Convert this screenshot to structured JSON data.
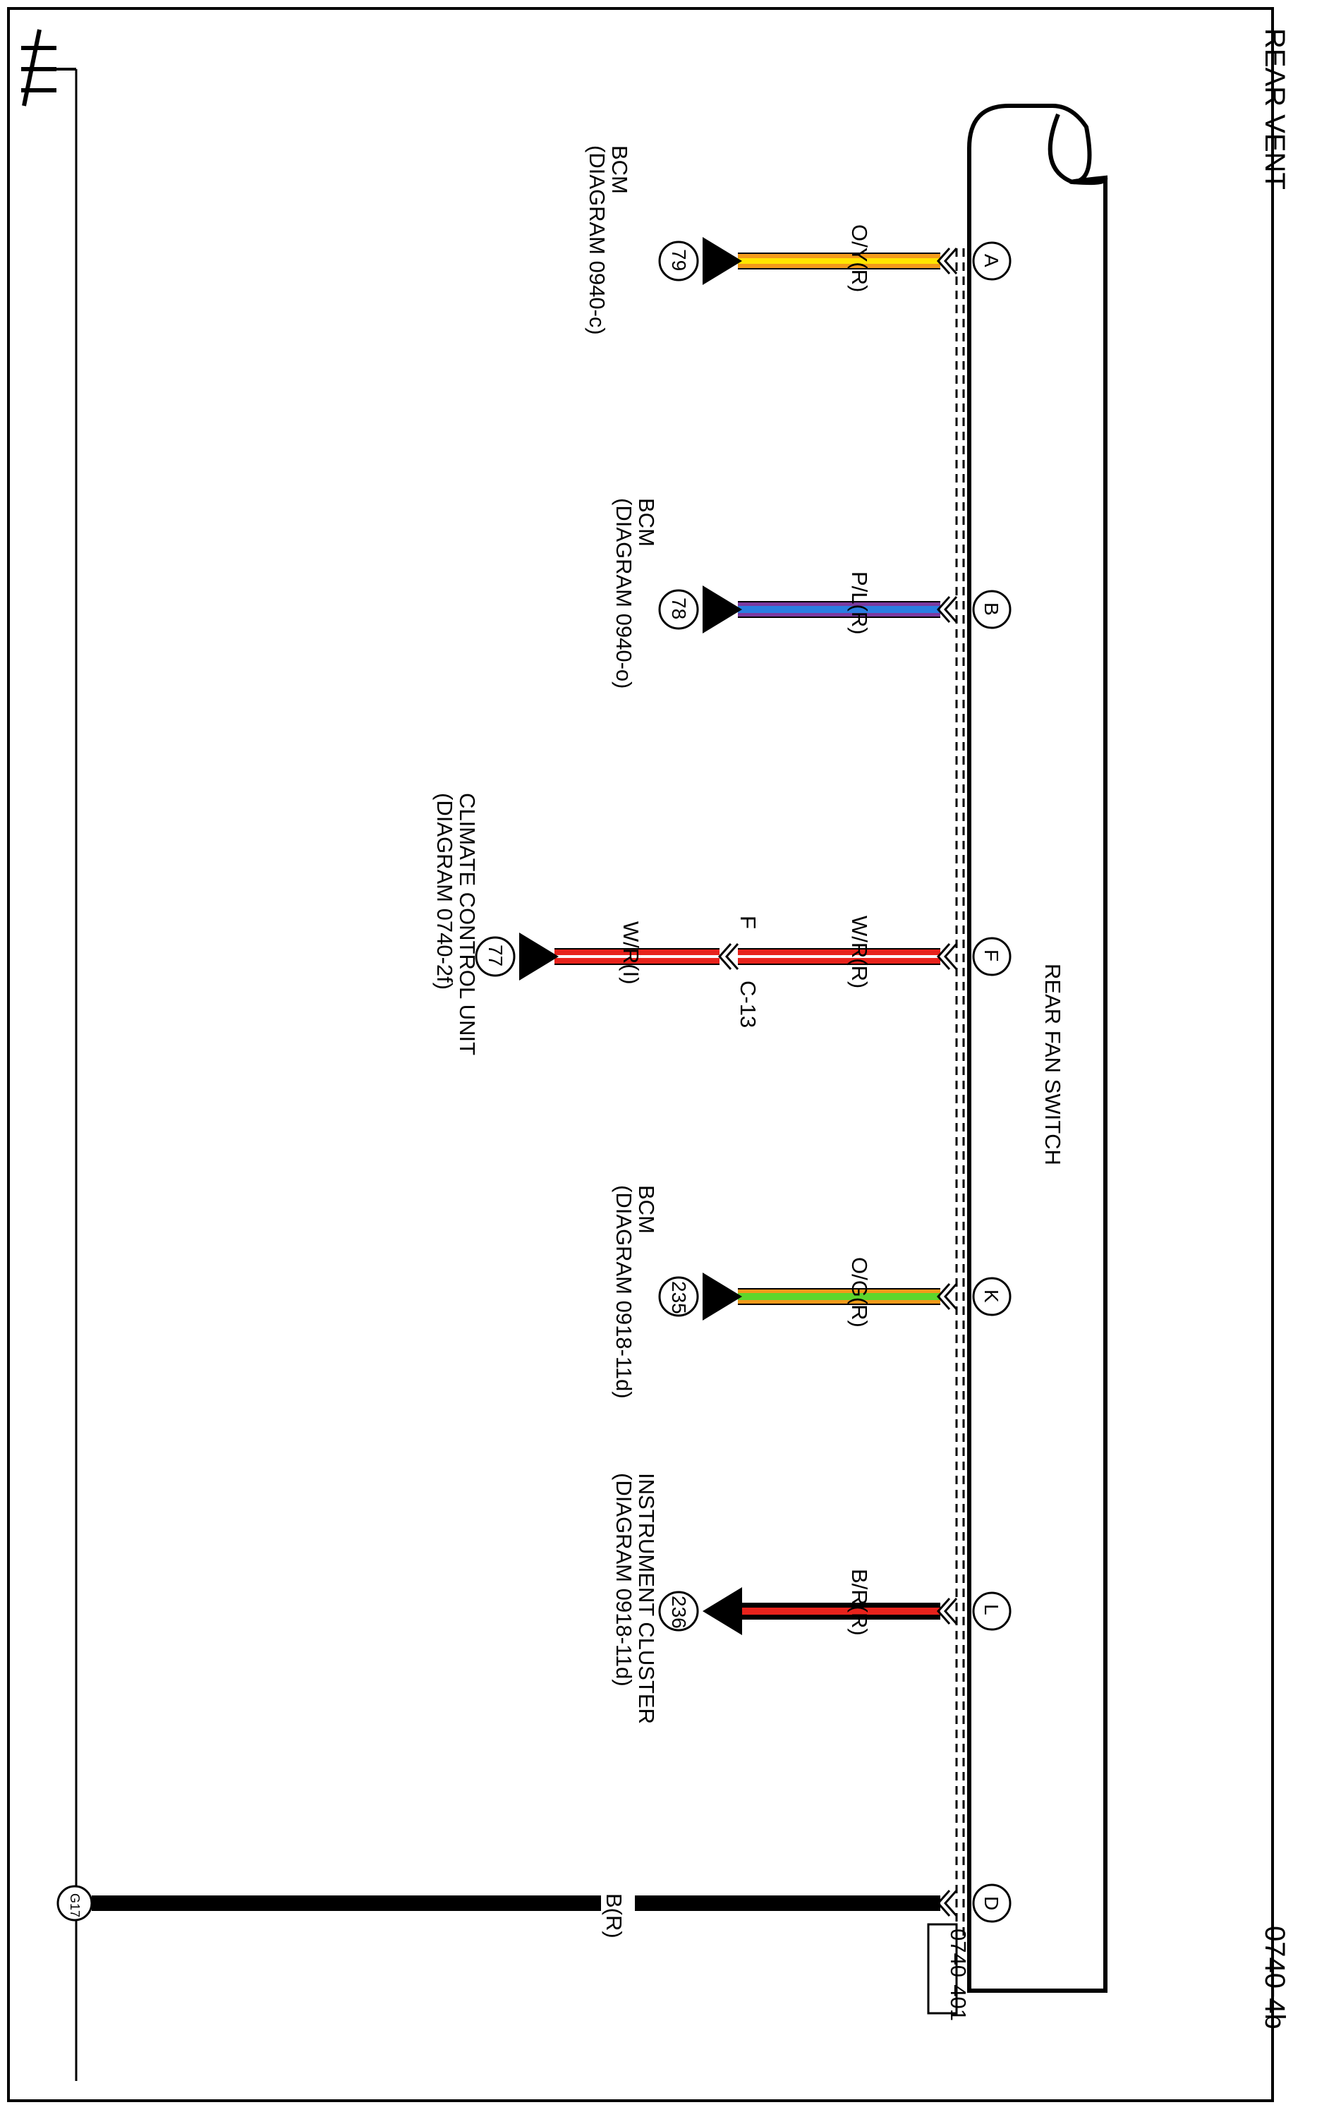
{
  "page": {
    "title": "REAR VENT",
    "page_code": "0740-4b",
    "connector_id": "0740-401",
    "component": "REAR FAN SWITCH",
    "ground_id": "G17"
  },
  "colors": {
    "line": "#000000",
    "orange": "#f39a1a",
    "yellow": "#ffe600",
    "blue": "#2a7de1",
    "purple": "#7b3aa0",
    "red": "#e8231c",
    "white": "#ffffff",
    "green": "#5dd62c"
  },
  "pins": [
    {
      "pin": "A",
      "wire": "O/Y(R)",
      "ref": "79",
      "dest": "BCM",
      "diagram": "(DIAGRAM 0940-c)"
    },
    {
      "pin": "B",
      "wire": "P/L(R)",
      "ref": "78",
      "dest": "BCM",
      "diagram": "(DIAGRAM 0940-o)"
    },
    {
      "pin": "F",
      "wire": "W/R(R)",
      "ref": "77",
      "dest": "CLIMATE CONTROL UNIT",
      "diagram": "(DIAGRAM 0740-2f)",
      "inline_connector": "F",
      "inline_connector_id": "C-13",
      "wire_after": "W/R(I)"
    },
    {
      "pin": "K",
      "wire": "O/G(R)",
      "ref": "235",
      "dest": "BCM",
      "diagram": "(DIAGRAM 0918-11d)"
    },
    {
      "pin": "L",
      "wire": "B/R(R)",
      "ref": "236",
      "dest": "INSTRUMENT CLUSTER",
      "diagram": "(DIAGRAM 0918-11d)"
    },
    {
      "pin": "D",
      "wire": "B(R)"
    }
  ]
}
